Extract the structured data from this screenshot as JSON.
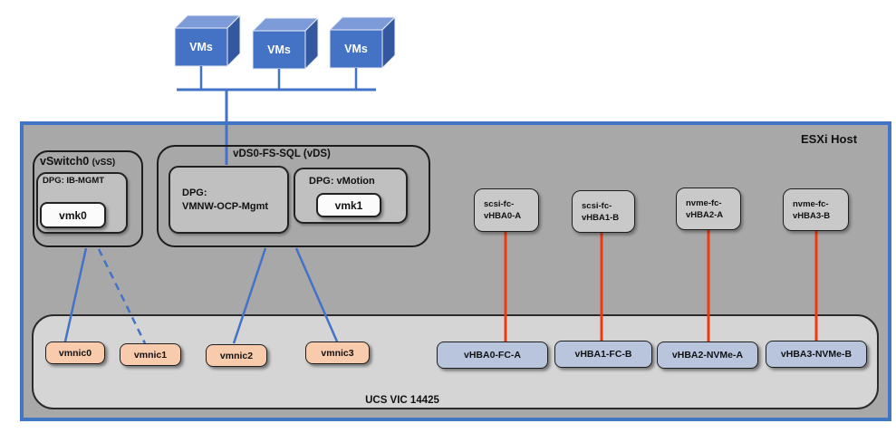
{
  "vms": {
    "labels": [
      "VMs",
      "VMs",
      "VMs"
    ]
  },
  "host": {
    "label": "ESXi Host"
  },
  "vswitch0": {
    "name": "vSwitch0",
    "type_suffix": "(vSS)",
    "dpg_label": "DPG: IB-MGMT",
    "vmk_label": "vmk0"
  },
  "vds": {
    "title": "vDS0-FS-SQL (vDS)",
    "dpg_mgmt_line1": "DPG:",
    "dpg_mgmt_line2": "VMNW-OCP-Mgmt",
    "dpg_vmotion_label": "DPG: vMotion",
    "vmk_label": "vmk1"
  },
  "storage_adapters": [
    {
      "line1": "scsi-fc-",
      "line2": "vHBA0-A"
    },
    {
      "line1": "scsi-fc-",
      "line2": "vHBA1-B"
    },
    {
      "line1": "nvme-fc-",
      "line2": "vHBA2-A"
    },
    {
      "line1": "nvme-fc-",
      "line2": "vHBA3-B"
    }
  ],
  "vmnics": [
    "vmnic0",
    "vmnic1",
    "vmnic2",
    "vmnic3"
  ],
  "vhbas": [
    "vHBA0-FC-A",
    "vHBA1-FC-B",
    "vHBA2-NVMe-A",
    "vHBA3-NVMe-B"
  ],
  "vic": {
    "label": "UCS VIC 14425"
  },
  "colors": {
    "host_fill": "#a8a8a8",
    "host_border": "#4176c4",
    "blue_line": "#4273c8",
    "red_line": "#ee3a11",
    "vmnic_fill": "#f8cbad",
    "vhba_fill": "#b8c5dd",
    "adapter_fill": "#c9c9c9",
    "dpg_fill": "#c0c0c0",
    "vmk_fill": "#fbfbfb",
    "vic_fill": "#d5d5d5",
    "cube_front": "#4472c4",
    "cube_top": "#7d9bd9",
    "cube_side": "#33589f"
  }
}
